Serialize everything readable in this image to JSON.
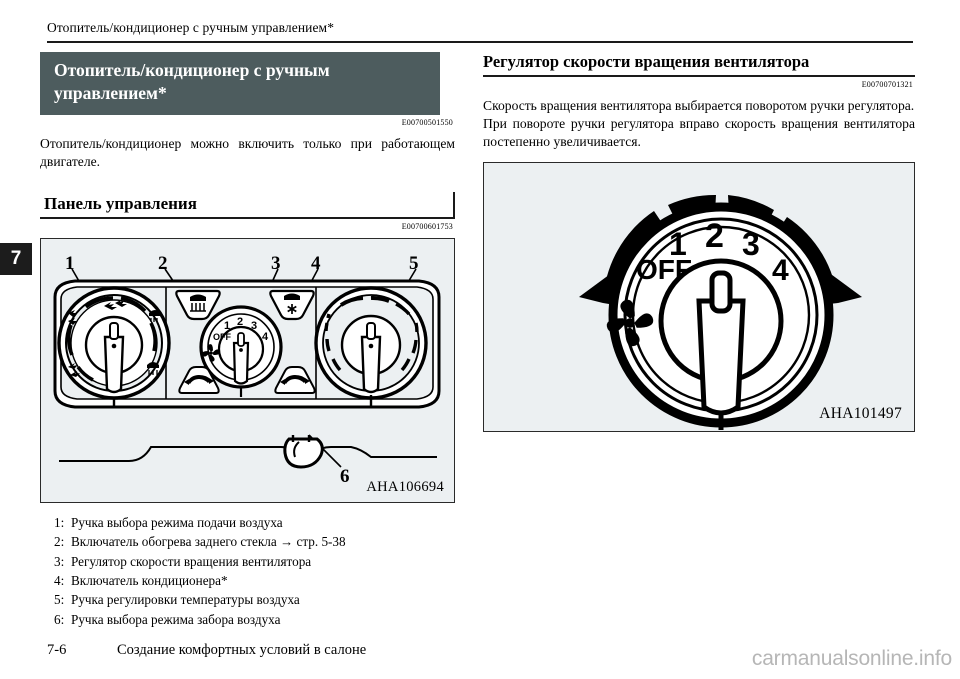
{
  "running_head": "Отопитель/кондиционер с ручным управлением*",
  "chapter_tab": "7",
  "left_column": {
    "banner_title": "Отопитель/кондиционер с ручным управлением*",
    "banner_ref": "E00700501550",
    "intro_paragraph": "Отопитель/кондиционер можно включить только при работающем двигателе.",
    "subheading": "Панель управления",
    "subheading_ref": "E00700601753",
    "figure_code": "AHA106694",
    "callouts": [
      "1",
      "2",
      "3",
      "4",
      "5",
      "6"
    ],
    "dial_labels": {
      "fan_off": "OFF",
      "fan_1": "1",
      "fan_2": "2",
      "fan_3": "3",
      "fan_4": "4"
    },
    "legend": [
      {
        "num": "1:",
        "text": "Ручка выбора режима подачи воздуха"
      },
      {
        "num": "2:",
        "text": "Включатель обогрева заднего стекла → стр. 5-38"
      },
      {
        "num": "3:",
        "text": "Регулятор скорости вращения вентилятора"
      },
      {
        "num": "4:",
        "text": "Включатель кондиционера*"
      },
      {
        "num": "5:",
        "text": "Ручка регулировки температуры воздуха"
      },
      {
        "num": "6:",
        "text": "Ручка выбора режима забора воздуха"
      }
    ]
  },
  "right_column": {
    "heading": "Регулятор скорости вращения вентилятора",
    "heading_ref": "E00700701321",
    "paragraph_1": "Скорость вращения вентилятора выбирается поворотом ручки регулятора.",
    "paragraph_2": "При повороте ручки регулятора вправо скорость вращения вентилятора постепенно увеличивается.",
    "figure_code": "AHA101497",
    "dial_labels": {
      "off": "OFF",
      "p1": "1",
      "p2": "2",
      "p3": "3",
      "p4": "4"
    }
  },
  "footer": {
    "page_number": "7-6",
    "section_title": "Создание комфортных условий в салоне"
  },
  "watermark": "carmanualsonline.info",
  "colors": {
    "banner_bg": "#4d5c5e",
    "figure_bg": "#ecf0f2",
    "rule": "#1a1a1a",
    "watermark": "#b6b6b6"
  }
}
